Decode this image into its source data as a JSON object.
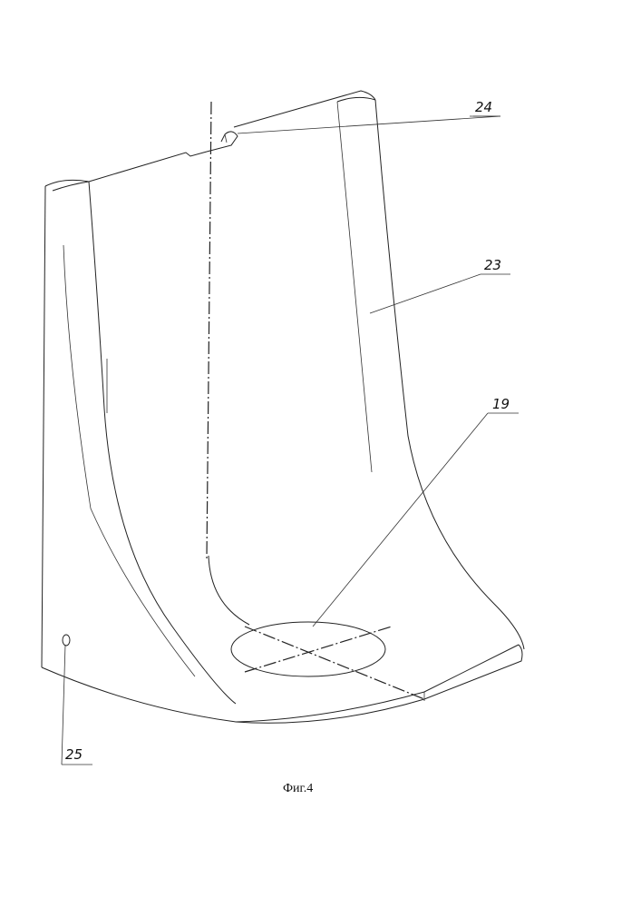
{
  "figure": {
    "caption": "Фиг.4",
    "callouts": [
      {
        "id": "callout-24",
        "label": "24"
      },
      {
        "id": "callout-23",
        "label": "23"
      },
      {
        "id": "callout-19",
        "label": "19"
      },
      {
        "id": "callout-25",
        "label": "25"
      }
    ]
  }
}
